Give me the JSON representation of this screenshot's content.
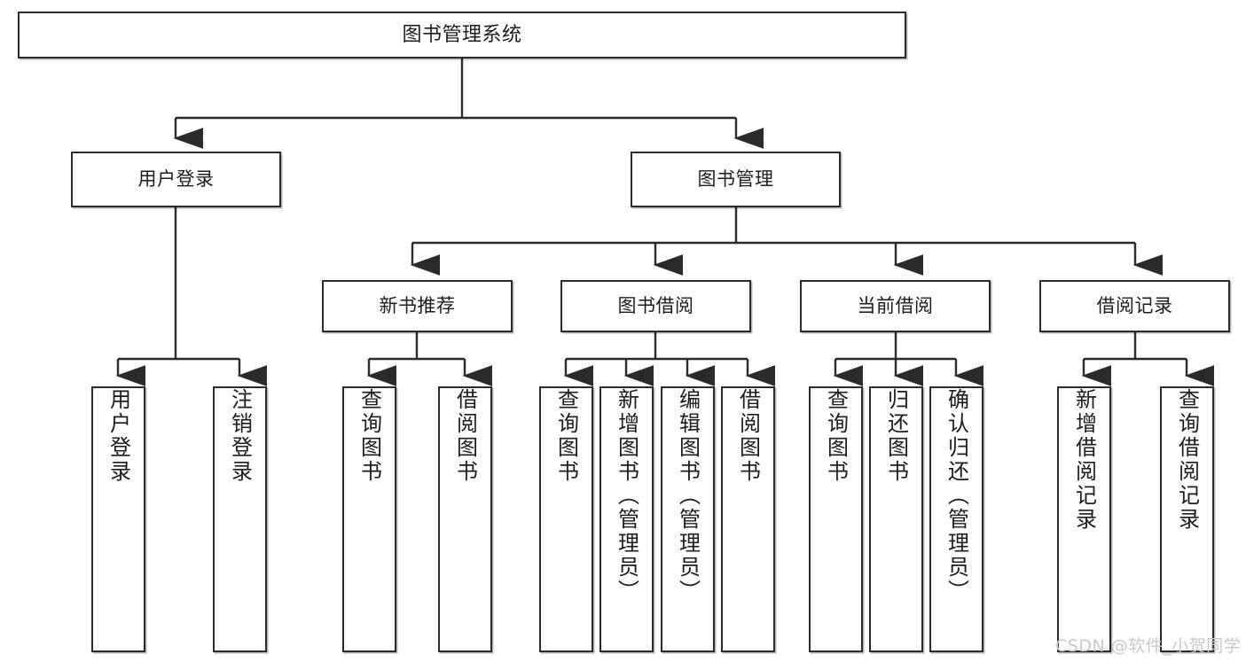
{
  "diagram": {
    "title": "图书管理系统",
    "type": "tree",
    "watermark": "CSDN @软件_小贺同学",
    "colors": {
      "box_border": "#2b2b2b",
      "box_fill": "#ffffff",
      "edge": "#2b2b2b",
      "text": "#1c1c1c",
      "watermark": "#c9c9c9"
    },
    "levels": {
      "root": {
        "label": "图书管理系统"
      },
      "level1": [
        {
          "id": "user-login",
          "label": "用户登录"
        },
        {
          "id": "book-manage",
          "label": "图书管理"
        }
      ],
      "level2": [
        {
          "id": "new-book-recommend",
          "label": "新书推荐",
          "parent": "book-manage"
        },
        {
          "id": "book-borrow",
          "label": "图书借阅",
          "parent": "book-manage"
        },
        {
          "id": "current-borrow",
          "label": "当前借阅",
          "parent": "book-manage"
        },
        {
          "id": "borrow-record",
          "label": "借阅记录",
          "parent": "book-manage"
        }
      ],
      "leaves": [
        {
          "id": "leaf-user-login",
          "label": "用户登录",
          "parent": "user-login"
        },
        {
          "id": "leaf-user-logout",
          "label": "注销登录",
          "parent": "user-login"
        },
        {
          "id": "leaf-query-book-1",
          "label": "查询图书",
          "parent": "new-book-recommend"
        },
        {
          "id": "leaf-borrow-book-1",
          "label": "借阅图书",
          "parent": "new-book-recommend"
        },
        {
          "id": "leaf-query-book-2",
          "label": "查询图书",
          "parent": "book-borrow"
        },
        {
          "id": "leaf-add-book",
          "label": "新增图书（管理员）",
          "parent": "book-borrow"
        },
        {
          "id": "leaf-edit-book",
          "label": "编辑图书（管理员）",
          "parent": "book-borrow"
        },
        {
          "id": "leaf-borrow-book-2",
          "label": "借阅图书",
          "parent": "book-borrow"
        },
        {
          "id": "leaf-query-book-3",
          "label": "查询图书",
          "parent": "current-borrow"
        },
        {
          "id": "leaf-return-book",
          "label": "归还图书",
          "parent": "current-borrow"
        },
        {
          "id": "leaf-confirm-return",
          "label": "确认归还（管理员）",
          "parent": "current-borrow"
        },
        {
          "id": "leaf-add-record",
          "label": "新增借阅记录",
          "parent": "borrow-record"
        },
        {
          "id": "leaf-query-record",
          "label": "查询借阅记录",
          "parent": "borrow-record"
        }
      ]
    }
  }
}
